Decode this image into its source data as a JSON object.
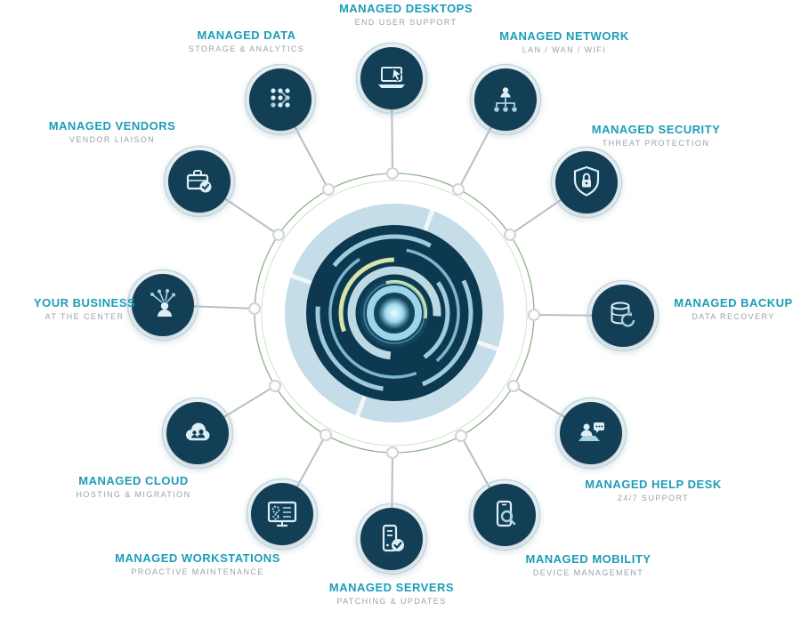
{
  "diagram": {
    "type": "hub-and-spoke",
    "center_icon": "concentric-rings-core",
    "spokes": 12
  },
  "colors": {
    "node_navy": "#123f56",
    "accent_teal": "#1d9cb8",
    "sublabel_gray": "#9aa2ab",
    "connector_gray": "#b9bec3",
    "ring_green": "#8fb08a",
    "hub_pale_blue": "#c5dde8",
    "hub_navy": "#0d3950",
    "arc_lime": "#d5e5a8",
    "arc_light_blue": "#9fcbdd"
  },
  "nodes": [
    {
      "id": "desktops",
      "label": "MANAGED DESKTOPS",
      "sublabel": "END USER SUPPORT",
      "icon": "laptop-cursor-icon"
    },
    {
      "id": "network",
      "label": "MANAGED NETWORK",
      "sublabel": "LAN / WAN / WIFI",
      "icon": "network-nodes-icon"
    },
    {
      "id": "security",
      "label": "MANAGED SECURITY",
      "sublabel": "THREAT PROTECTION",
      "icon": "shield-lock-icon"
    },
    {
      "id": "backup",
      "label": "MANAGED BACKUP",
      "sublabel": "DATA RECOVERY",
      "icon": "database-refresh-icon"
    },
    {
      "id": "helpdesk",
      "label": "MANAGED HELP DESK",
      "sublabel": "24/7 SUPPORT",
      "icon": "helpdesk-chat-icon"
    },
    {
      "id": "mobility",
      "label": "MANAGED MOBILITY",
      "sublabel": "DEVICE MANAGEMENT",
      "icon": "phone-search-icon"
    },
    {
      "id": "servers",
      "label": "MANAGED SERVERS",
      "sublabel": "PATCHING & UPDATES",
      "icon": "server-check-icon"
    },
    {
      "id": "workstations",
      "label": "MANAGED WORKSTATIONS",
      "sublabel": "PROACTIVE MAINTENANCE",
      "icon": "monitor-gears-icon"
    },
    {
      "id": "cloud",
      "label": "MANAGED CLOUD",
      "sublabel": "HOSTING & MIGRATION",
      "icon": "cloud-users-icon"
    },
    {
      "id": "business",
      "label": "YOUR BUSINESS",
      "sublabel": "AT THE CENTER",
      "icon": "person-network-icon"
    },
    {
      "id": "vendors",
      "label": "MANAGED VENDORS",
      "sublabel": "VENDOR LIAISON",
      "icon": "briefcase-check-icon"
    },
    {
      "id": "data",
      "label": "MANAGED DATA",
      "sublabel": "STORAGE & ANALYTICS",
      "icon": "data-dots-icon"
    }
  ]
}
